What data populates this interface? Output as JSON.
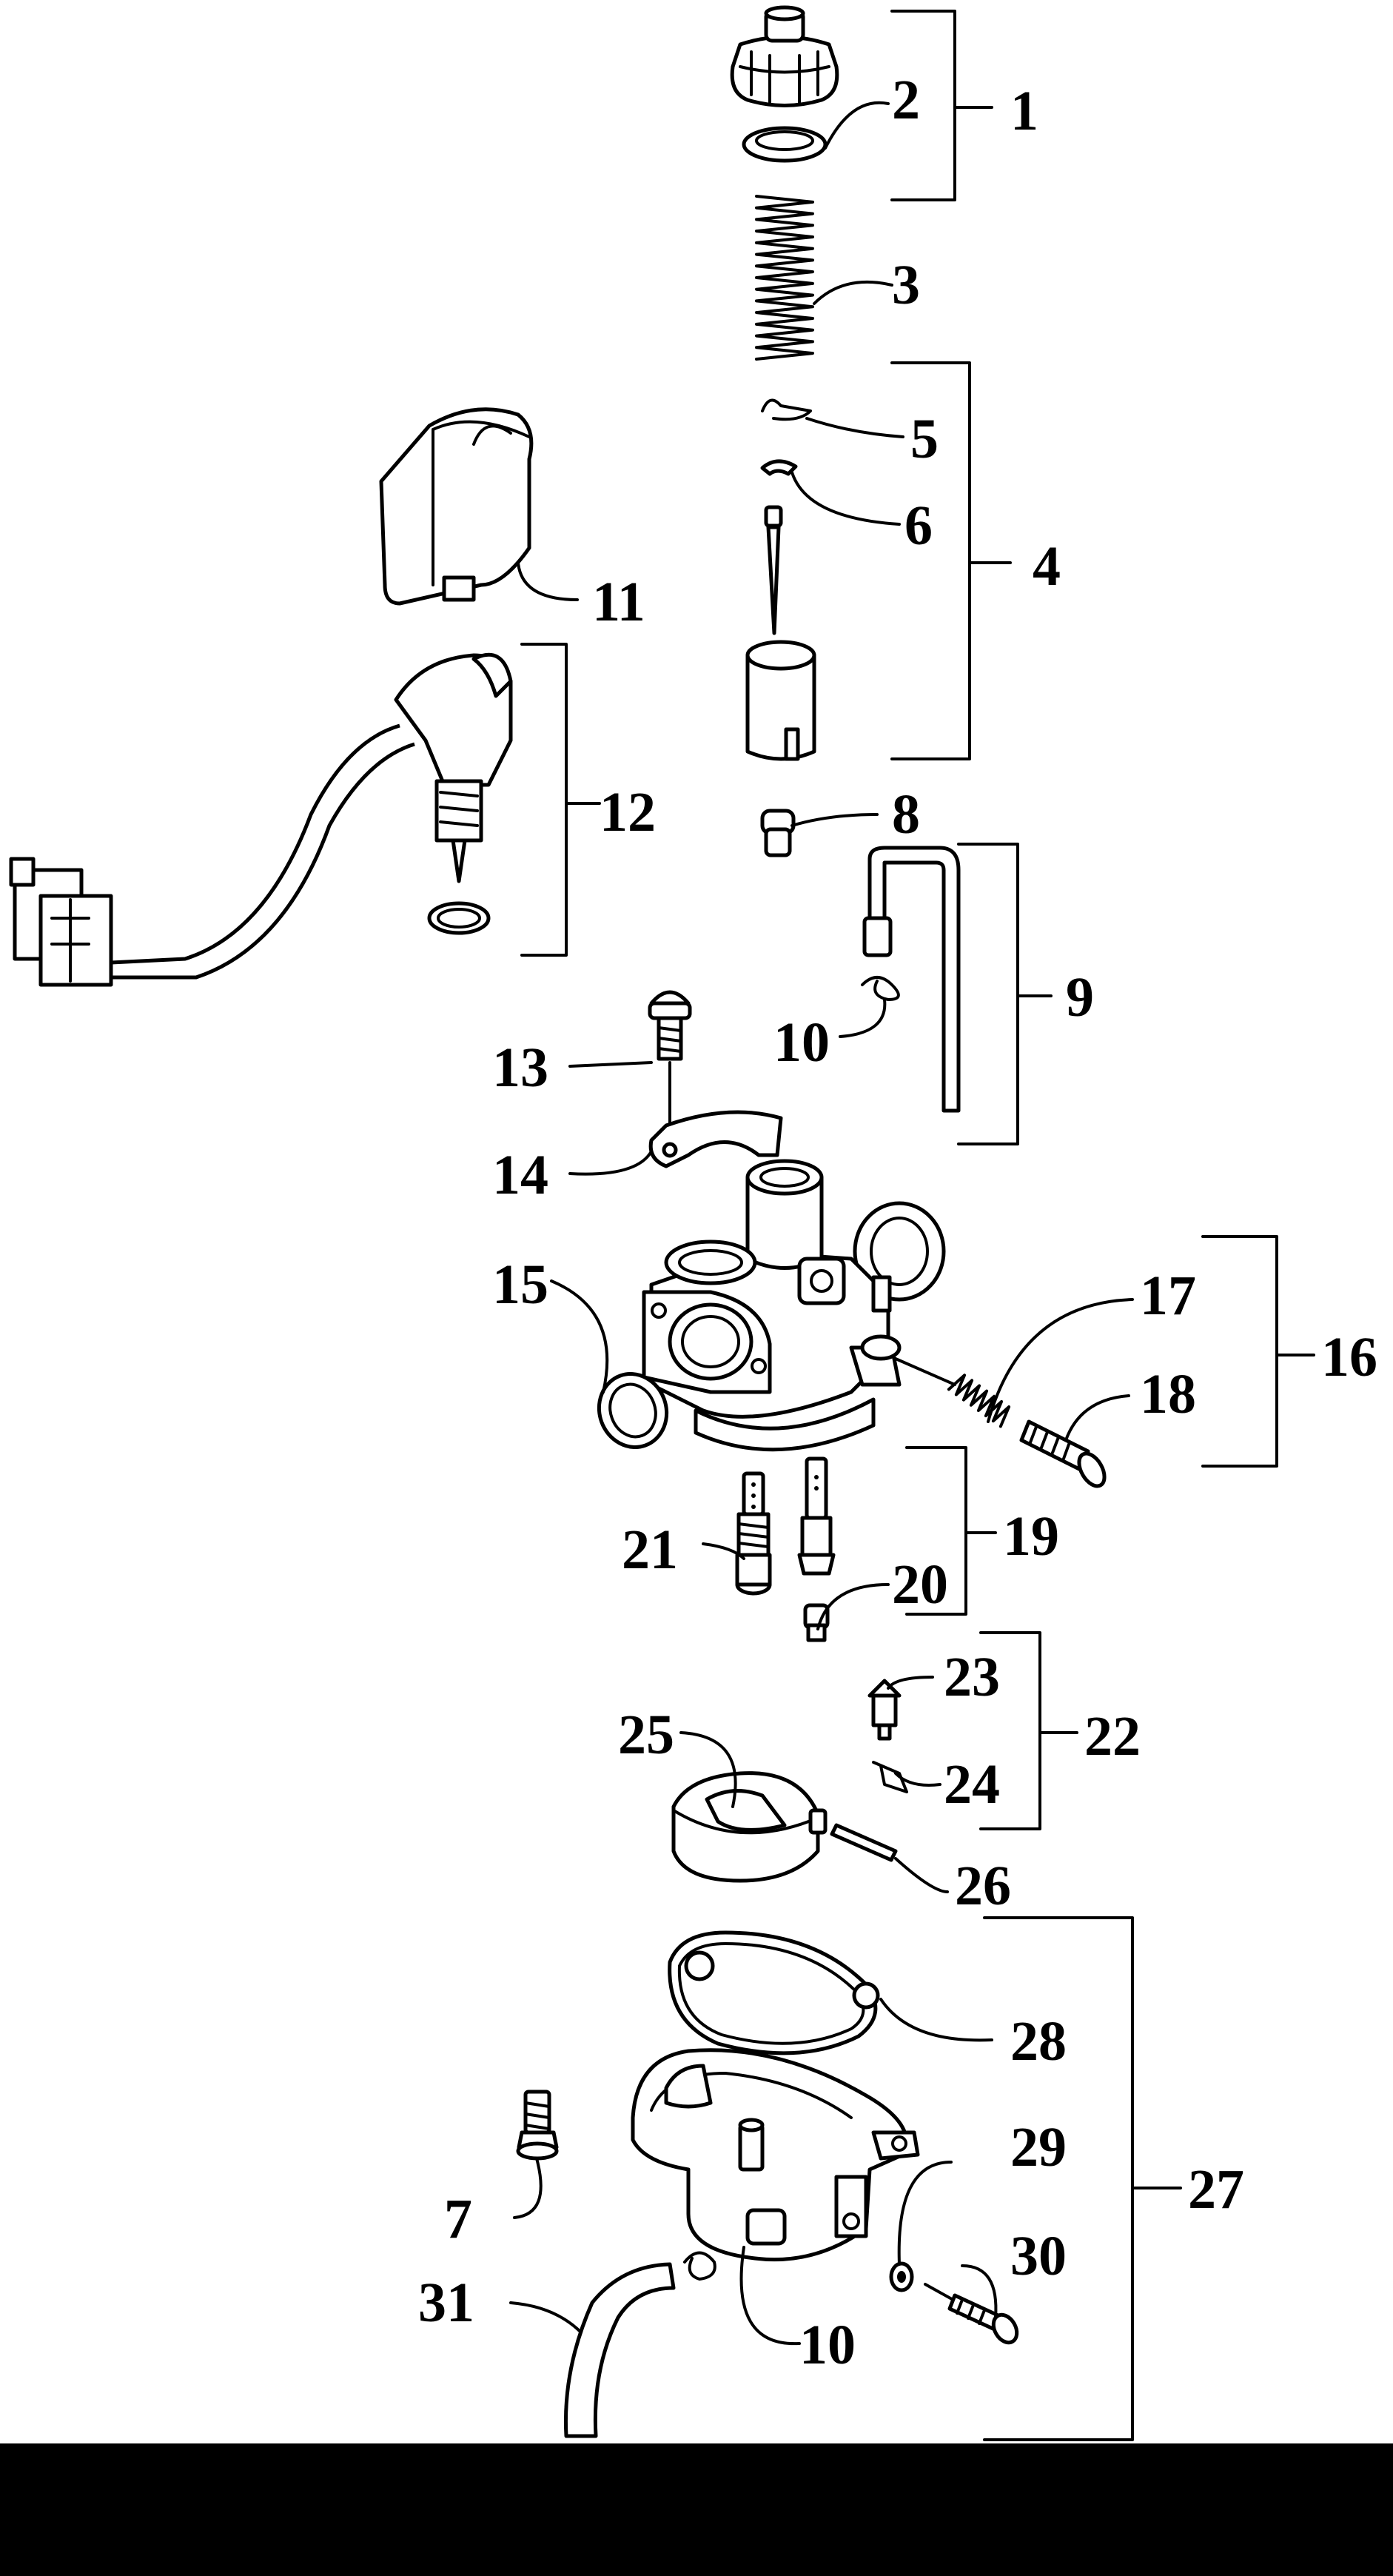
{
  "callouts": {
    "c1": "1",
    "c2": "2",
    "c3": "3",
    "c4": "4",
    "c5": "5",
    "c6": "6",
    "c7": "7",
    "c8": "8",
    "c9": "9",
    "c10a": "10",
    "c10b": "10",
    "c11": "11",
    "c12": "12",
    "c13": "13",
    "c14": "14",
    "c15": "15",
    "c16": "16",
    "c17": "17",
    "c18": "18",
    "c19": "19",
    "c20": "20",
    "c21": "21",
    "c22": "22",
    "c23": "23",
    "c24": "24",
    "c25": "25",
    "c26": "26",
    "c27": "27",
    "c28": "28",
    "c29": "29",
    "c30": "30",
    "c31": "31"
  },
  "colors": {
    "ink": "#000000",
    "paper": "#ffffff"
  }
}
